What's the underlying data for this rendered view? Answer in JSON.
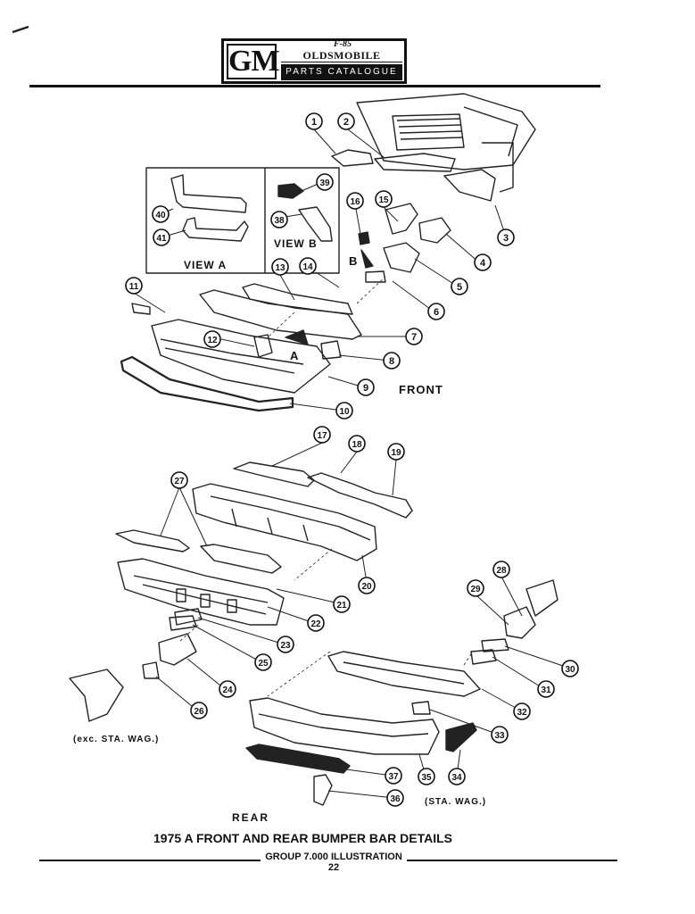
{
  "header": {
    "logo_mark": "GM",
    "brand_line": "OLDSMOBILE",
    "body_code": "F-85",
    "catalog_line": "PARTS CATALOGUE"
  },
  "views": {
    "view_a": "VIEW A",
    "view_b": "VIEW B",
    "arrow_a": "A",
    "arrow_b": "B"
  },
  "section_labels": {
    "front": "FRONT",
    "rear": "REAR",
    "exc_sta_wag": "(exc. STA. WAG.)",
    "sta_wag": "(STA. WAG.)"
  },
  "title": "1975 A FRONT AND REAR BUMPER BAR DETAILS",
  "footer": "GROUP 7.000 ILLUSTRATION 22",
  "callouts": [
    "1",
    "2",
    "3",
    "4",
    "5",
    "6",
    "7",
    "8",
    "9",
    "10",
    "11",
    "12",
    "13",
    "14",
    "15",
    "16",
    "17",
    "18",
    "19",
    "20",
    "21",
    "22",
    "23",
    "24",
    "25",
    "26",
    "27",
    "28",
    "29",
    "30",
    "31",
    "32",
    "33",
    "34",
    "35",
    "36",
    "37",
    "38",
    "39",
    "40",
    "41"
  ]
}
